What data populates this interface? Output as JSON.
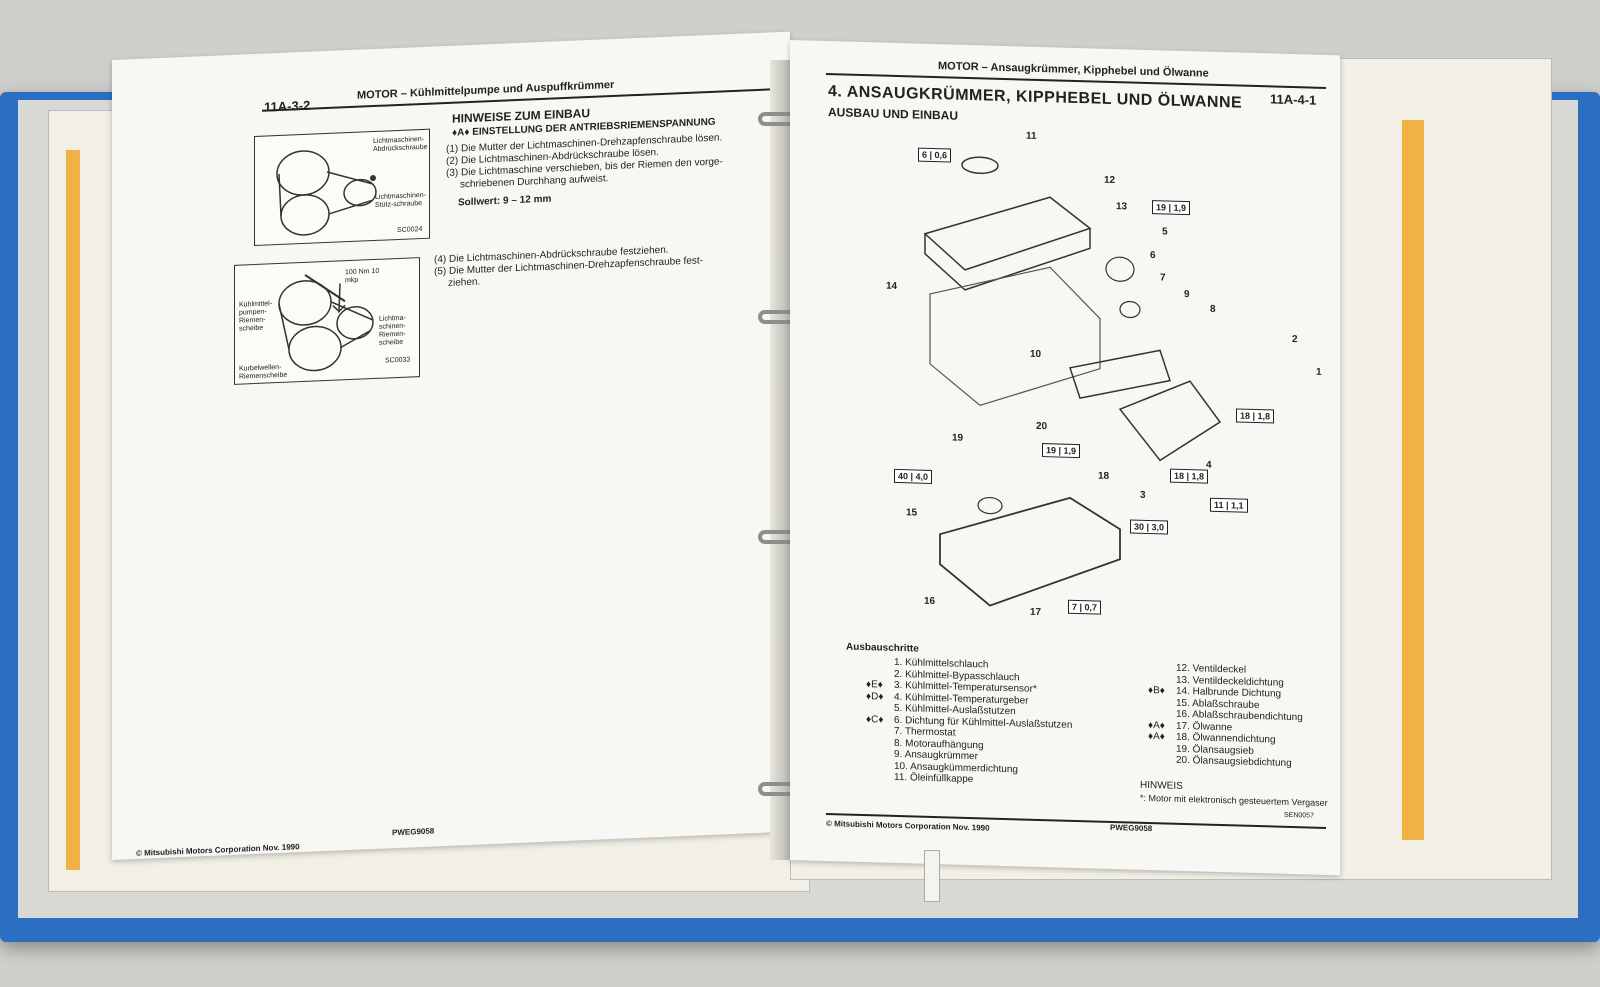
{
  "left_page": {
    "page_number": "11A-3-2",
    "header": "MOTOR – Kühlmittelpumpe und Auspuffkrümmer",
    "section_title": "HINWEISE ZUM EINBAU",
    "subsection_marker": "♦A♦",
    "subsection_title": "EINSTELLUNG DER ANTRIEBSRIEMENSPANNUNG",
    "instructions_1": [
      "(1) Die Mutter der Lichtmaschinen-Drehzapfenschraube lösen.",
      "(2) Die Lichtmaschinen-Abdrückschraube lösen.",
      "(3) Die Lichtmaschine verschieben, bis der Riemen den vorge-",
      "schriebenen Durchhang aufweist."
    ],
    "sollwert": "Sollwert: 9 – 12 mm",
    "instructions_2": [
      "(4) Die Lichtmaschinen-Abdrückschraube festziehen.",
      "(5) Die Mutter der Lichtmaschinen-Drehzapfenschraube fest-",
      "ziehen."
    ],
    "figure1": {
      "label_a": "Lichtmaschinen-Abdrückschraube",
      "label_b": "Lichtmaschinen-Stütz-schraube",
      "code": "SC0024"
    },
    "figure2": {
      "torque": "100 Nm 10 mkp",
      "label_a": "Kühlmittel-pumpen-Riemen-scheibe",
      "label_b": "Lichtma-schinen-Riemen-scheibe",
      "label_c": "Kurbelwellen-Riemenscheibe",
      "code": "SC0033"
    },
    "footer_left": "© Mitsubishi Motors Corporation  Nov. 1990",
    "footer_right": "PWEG9058"
  },
  "right_page": {
    "header": "MOTOR – Ansaugkrümmer, Kipphebel und Ölwanne",
    "page_number": "11A-4-1",
    "title": "4. ANSAUGKRÜMMER, KIPPHEBEL UND ÖLWANNE",
    "subtitle": "AUSBAU UND EINBAU",
    "torque_boxes": [
      {
        "a": "6",
        "b": "0,6"
      },
      {
        "a": "19",
        "b": "1,9"
      },
      {
        "a": "18",
        "b": "1,8"
      },
      {
        "a": "19",
        "b": "1,9"
      },
      {
        "a": "40",
        "b": "4,0"
      },
      {
        "a": "18",
        "b": "1,8"
      },
      {
        "a": "11",
        "b": "1,1"
      },
      {
        "a": "30",
        "b": "3,0"
      },
      {
        "a": "7",
        "b": "0,7"
      }
    ],
    "part_numbers": [
      "11",
      "12",
      "13",
      "5",
      "6",
      "7",
      "14",
      "9",
      "8",
      "2",
      "1",
      "10",
      "20",
      "19",
      "18",
      "3",
      "4",
      "15",
      "16",
      "17"
    ],
    "steps_title": "Ausbauschritte",
    "steps_col1": [
      "1. Kühlmittelschlauch",
      "2. Kühlmittel-Bypasschlauch",
      "3. Kühlmittel-Temperatursensor*",
      "4. Kühlmittel-Temperaturgeber",
      "5. Kühlmittel-Auslaßstutzen",
      "6. Dichtung für Kühlmittel-Auslaßstutzen",
      "7. Thermostat",
      "8. Motoraufhängung",
      "9. Ansaugkrümmer",
      "10. Ansaugkümmerdichtung",
      "11. Öleinfüllkappe"
    ],
    "steps_col1_markers": [
      "",
      "",
      "♦E♦",
      "♦D♦",
      "",
      "♦C♦",
      "",
      "",
      "",
      "",
      ""
    ],
    "steps_col2": [
      "12. Ventildeckel",
      "13. Ventildeckeldichtung",
      "14. Halbrunde Dichtung",
      "15. Ablaßschraube",
      "16. Ablaßschraubendichtung",
      "17. Ölwanne",
      "18. Ölwannendichtung",
      "19. Ölansaugsieb",
      "20. Ölansaugsiebdichtung"
    ],
    "steps_col2_markers": [
      "",
      "",
      "♦B♦",
      "",
      "",
      "♦A♦",
      "♦A♦",
      "",
      ""
    ],
    "note_title": "HINWEIS",
    "note_text": "*: Motor mit elektronisch gesteuertem Vergaser",
    "figure_code": "SEN0057",
    "footer_left": "© Mitsubishi Motors Corporation  Nov. 1990",
    "footer_right": "PWEG9058"
  },
  "colors": {
    "binder": "#2c6fc0",
    "page": "#f7f7f3",
    "stripe": "#f0b245"
  }
}
